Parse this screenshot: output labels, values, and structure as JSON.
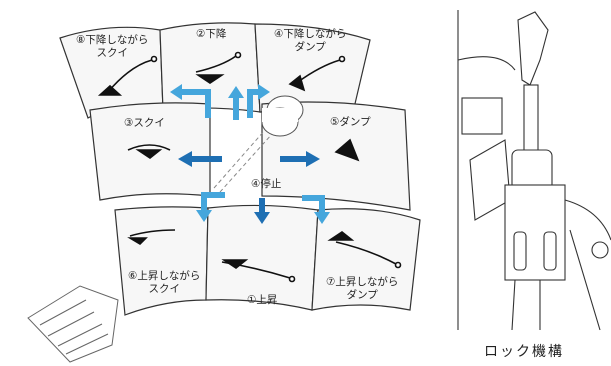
{
  "positions": {
    "p8": [
      "⑧下降しながら",
      "スクイ"
    ],
    "p2": [
      "②下降"
    ],
    "p4": [
      "④下降しながら",
      "ダンプ"
    ],
    "p3": [
      "③スクイ"
    ],
    "p5": [
      "⑤ダンプ"
    ],
    "p4b": [
      "④停止"
    ],
    "p6": [
      "⑥上昇しながら",
      "スクイ"
    ],
    "p1": [
      "①上昇"
    ],
    "p7": [
      "⑦上昇しながら",
      "ダンプ"
    ]
  },
  "caption": "ロック機構",
  "colors": {
    "arrow_blue": "#1e6fb3",
    "arrow_light": "#45a6dc",
    "line": "#333333",
    "panel": "#f7f7f7"
  }
}
